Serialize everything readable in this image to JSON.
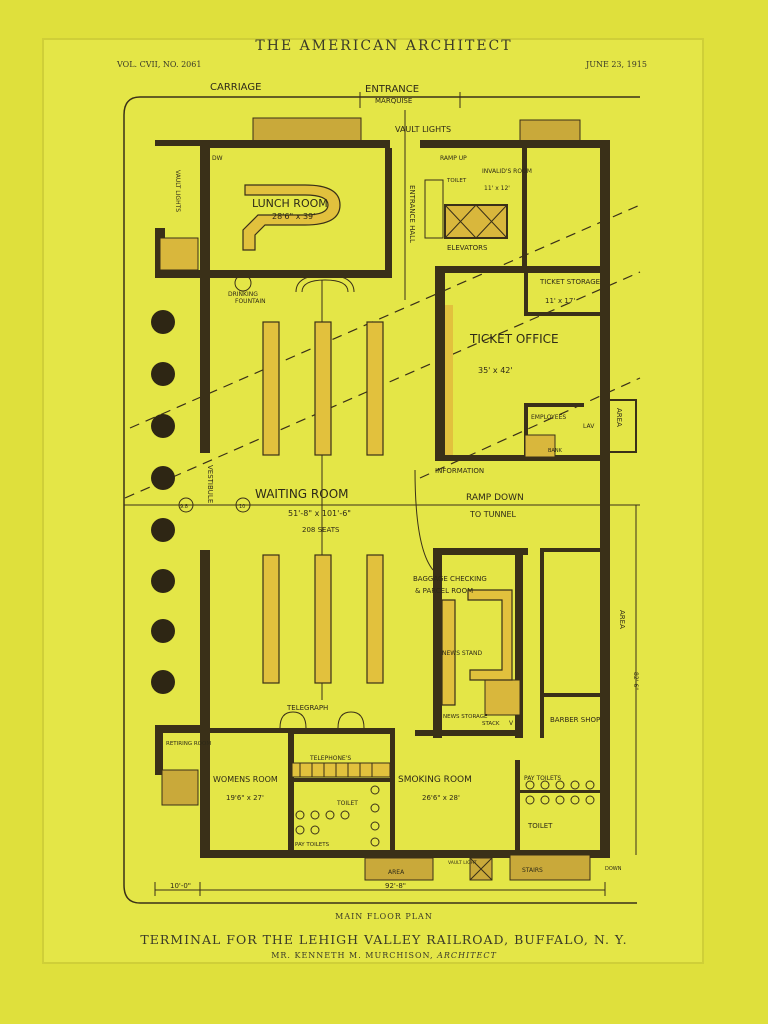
{
  "header": {
    "journal": "THE AMERICAN ARCHITECT",
    "volume": "VOL. CVII, NO. 2061",
    "date": "JUNE 23, 1915"
  },
  "caption": {
    "plan": "MAIN FLOOR PLAN",
    "title": "TERMINAL FOR THE LEHIGH VALLEY RAILROAD, BUFFALO, N. Y.",
    "architect": "MR. KENNETH M. MURCHISON,",
    "architect_role": "ARCHITECT"
  },
  "plan_labels": {
    "carriage": "CARRIAGE",
    "entrance": "ENTRANCE",
    "marquise": "MARQUISE",
    "vault_lights": "VAULT LIGHTS",
    "ramp_up": "RAMP UP",
    "invalids_room": "INVALID'S ROOM",
    "invalids_dim": "11' x 12'",
    "toilet_small": "TOILET",
    "entrance_hall": "ENTRANCE HALL",
    "elevators": "ELEVATORS",
    "dw": "DW",
    "vault_lights_side": "VAULT LIGHTS",
    "lunch_room": "LUNCH ROOM",
    "lunch_dim": "28'6\" x 39'",
    "drinking_fountain_1": "DRINKING",
    "drinking_fountain_2": "FOUNTAIN",
    "ticket_storage": "TICKET STORAGE",
    "ticket_storage_dim": "11' x 17'",
    "ticket_office": "TICKET OFFICE",
    "ticket_office_dim": "35' x 42'",
    "employees": "EMPLOYEES",
    "lav": "LAV",
    "bank": "BANK",
    "area": "AREA",
    "information": "INFORMATION",
    "vestibule": "VESTIBULE",
    "waiting_room": "WAITING ROOM",
    "waiting_dim": "51'-8\" x 101'-6\"",
    "waiting_seats": "208 SEATS",
    "ramp_down": "RAMP DOWN",
    "to_tunnel": "TO TUNNEL",
    "baggage": "BAGGAGE CHECKING",
    "parcel": "& PARCEL ROOM",
    "news_stand": "NEWS STAND",
    "news_storage": "NEWS STORAGE",
    "stack": "STACK",
    "v": "V",
    "barber": "BARBER SHOP",
    "area_right": "AREA",
    "telegraph": "TELEGRAPH",
    "telephones": "TELEPHONE'S",
    "retiring": "RETIRING ROOM",
    "womens": "WOMENS ROOM",
    "womens_dim": "19'6\" x 27'",
    "toilet_mid": "TOILET",
    "pay_toilets_left": "PAY TOILETS",
    "smoking": "SMOKING ROOM",
    "smoking_dim": "26'6\" x 28'",
    "pay_toilets_right": "PAY TOILETS",
    "toilet_right": "TOILET",
    "area_bottom": "AREA",
    "vault_light_bottom": "VAULT LIGHT",
    "stairs": "STAIRS",
    "down": "DOWN",
    "dim_left": "10'-0\"",
    "dim_bottom": "92'-8\"",
    "dim_right": "82'-6\"",
    "col_a": "9.8",
    "col_b": "10"
  }
}
